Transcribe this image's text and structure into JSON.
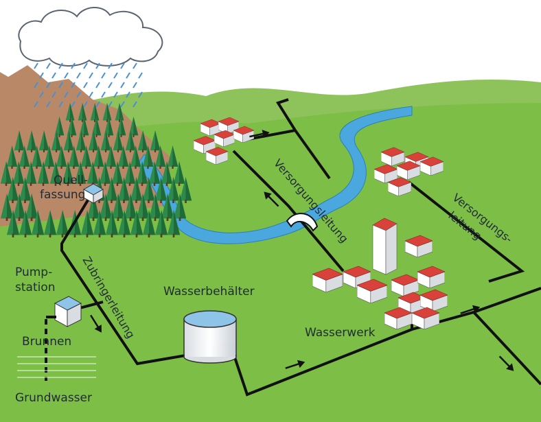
{
  "labels": {
    "quellfassung_1": "Quell-",
    "quellfassung_2": "fassung",
    "pumpstation_1": "Pump-",
    "pumpstation_2": "station",
    "brunnen": "Brunnen",
    "grundwasser": "Grundwasser",
    "zubringerleitung": "Zubringerleitung",
    "wasserbehaelter": "Wasserbehälter",
    "versorgungsleitung_mid": "Versorgungsleitung",
    "versorgungs_right_1": "Versorgungs-",
    "versorgungs_right_2": "leitung",
    "wasserwerk": "Wasserwerk"
  },
  "colors": {
    "sky": "#ffffff",
    "meadow": "#7dbf46",
    "meadow_light": "#9ccd6a",
    "hills": "#8ec25a",
    "mountain": "#b98967",
    "tree": "#2e8a4a",
    "tree_dark": "#1f6b37",
    "river": "#4aa8de",
    "pipe": "#111111",
    "roof": "#d8423a",
    "roof_dark": "#b82a25",
    "wall": "#ffffff",
    "wall_shade": "#d9dde2",
    "blue_roof": "#8ec4e8",
    "rain": "#4a8fd0",
    "cloud": "#ffffff"
  },
  "icons": [
    "cloud-icon",
    "rain-icon",
    "tree-icon",
    "house-icon",
    "tank-icon",
    "arrow-icon",
    "bridge-icon"
  ]
}
